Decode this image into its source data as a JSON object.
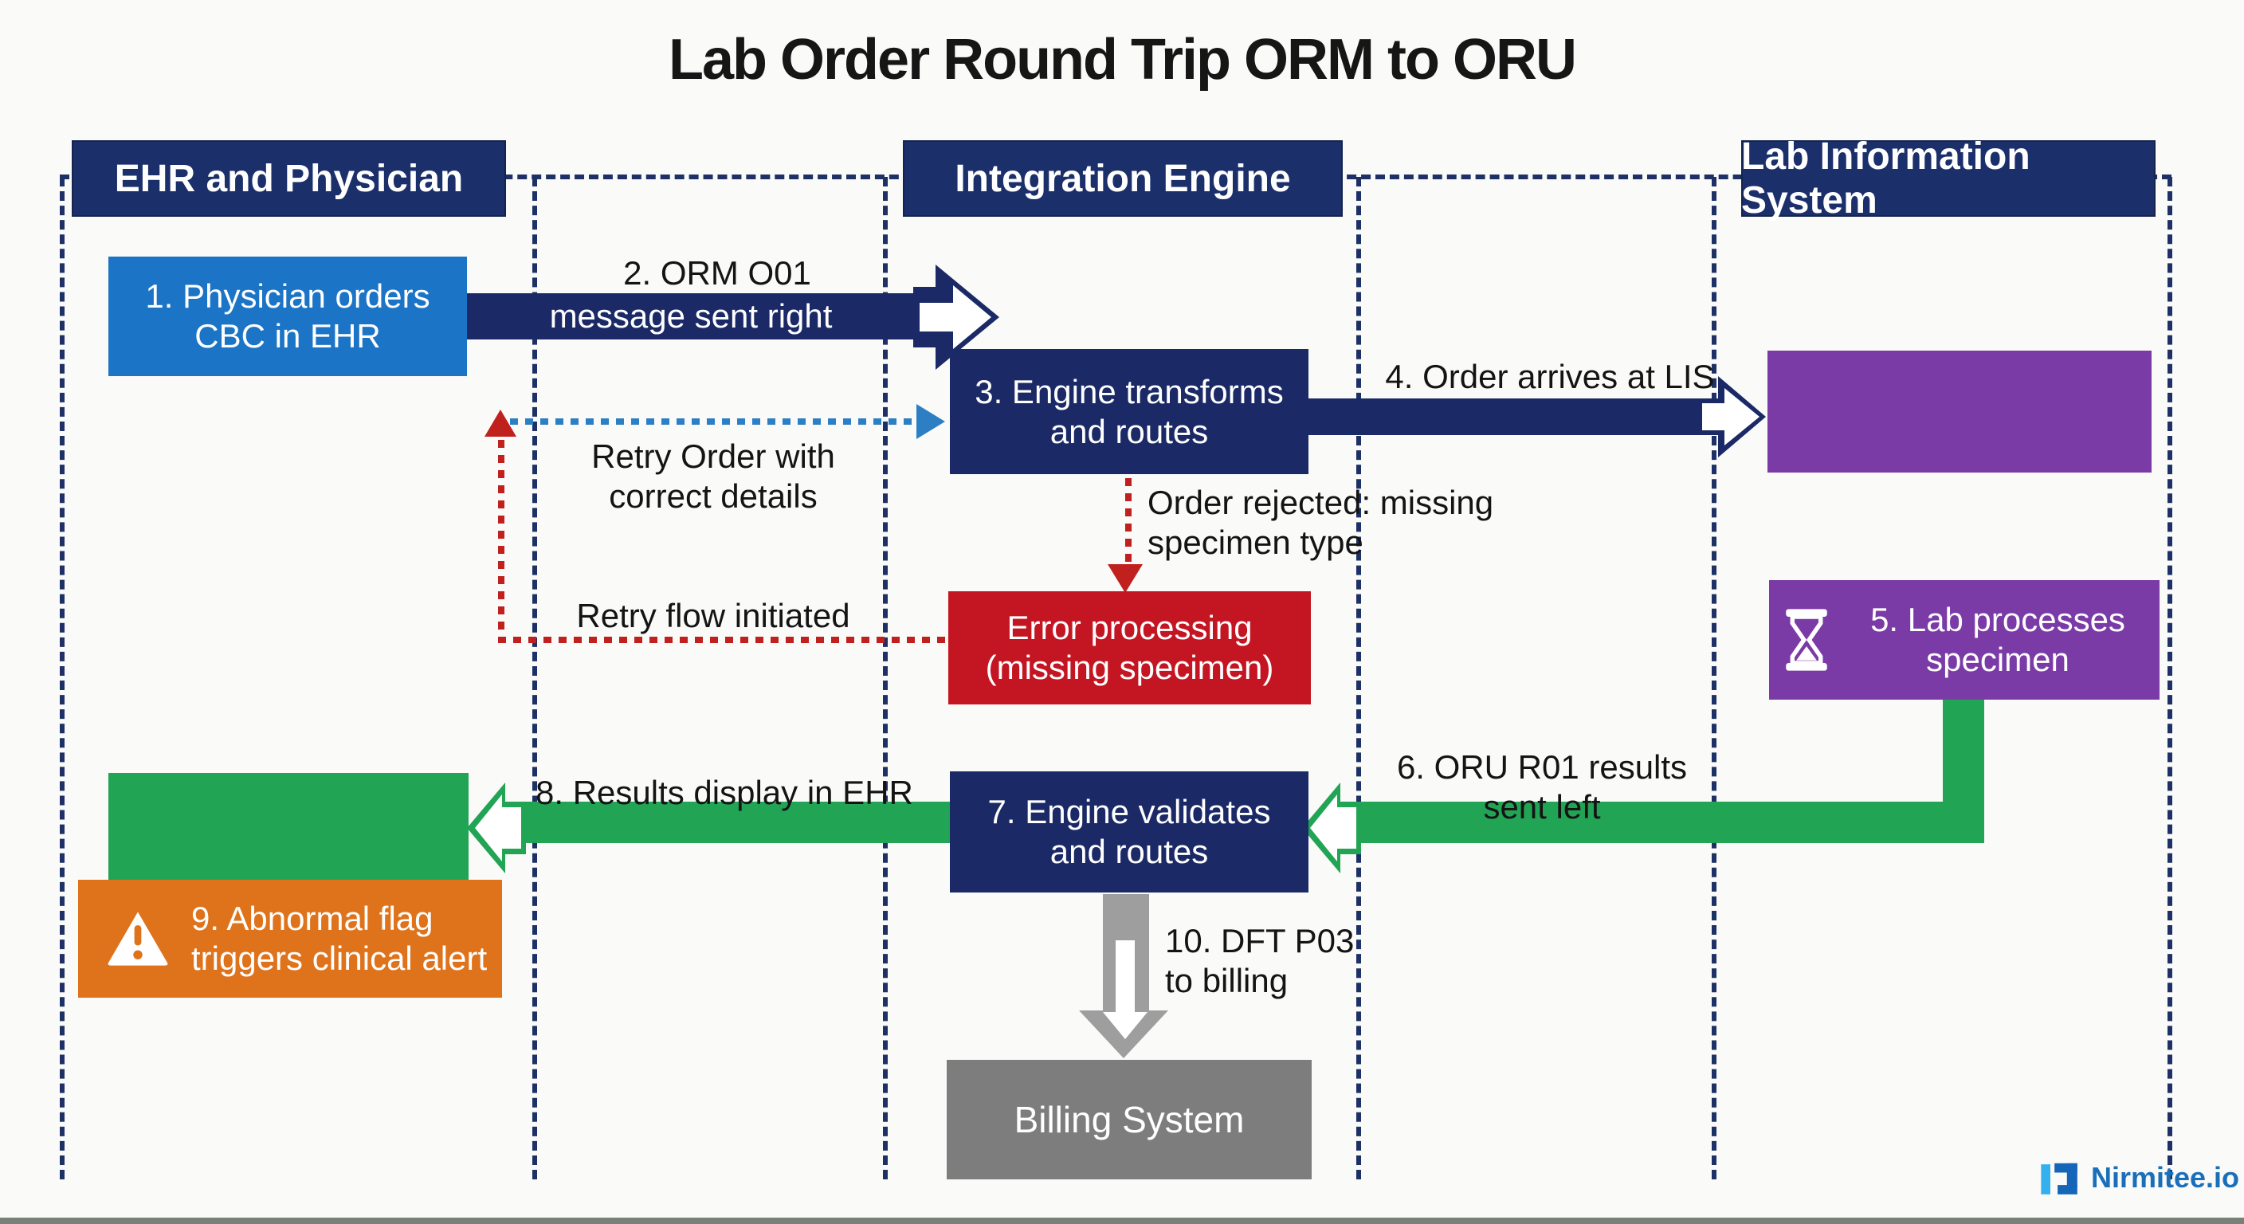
{
  "title": "Lab Order Round Trip ORM to ORU",
  "lanes": [
    {
      "label": "EHR and Physician"
    },
    {
      "label": "Integration Engine"
    },
    {
      "label": "Lab Information System"
    }
  ],
  "steps": {
    "step1": "1. Physician orders CBC in EHR",
    "step3": "3. Engine transforms and routes",
    "step5": "5. Lab processes specimen",
    "step7": "7. Engine validates and routes",
    "error": "Error processing (missing specimen)",
    "step9": "9. Abnormal flag triggers clinical alert",
    "billing": "Billing System"
  },
  "flows": {
    "flow2_title": "2. ORM O01",
    "flow2_caption": "message sent right",
    "flow4": "4. Order arrives at LIS",
    "retry_order": "Retry Order with correct details",
    "order_rejected": "Order rejected: missing specimen type",
    "retry_flow": "Retry flow initiated",
    "flow6": "6. ORU R01 results sent left",
    "flow8": "8. Results display in EHR",
    "flow10": "10. DFT P03 to billing"
  },
  "colors": {
    "navy": "#1b2a66",
    "header_navy": "#1b2f6b",
    "blue": "#1b74c6",
    "purple": "#7b3ba6",
    "red": "#c41622",
    "green": "#22a455",
    "orange": "#df731c",
    "gray": "#7d7d7d",
    "dotted_blue": "#2d7fc4",
    "dotted_red": "#c0201e"
  },
  "logo": {
    "text": "Nirmitee.io"
  }
}
